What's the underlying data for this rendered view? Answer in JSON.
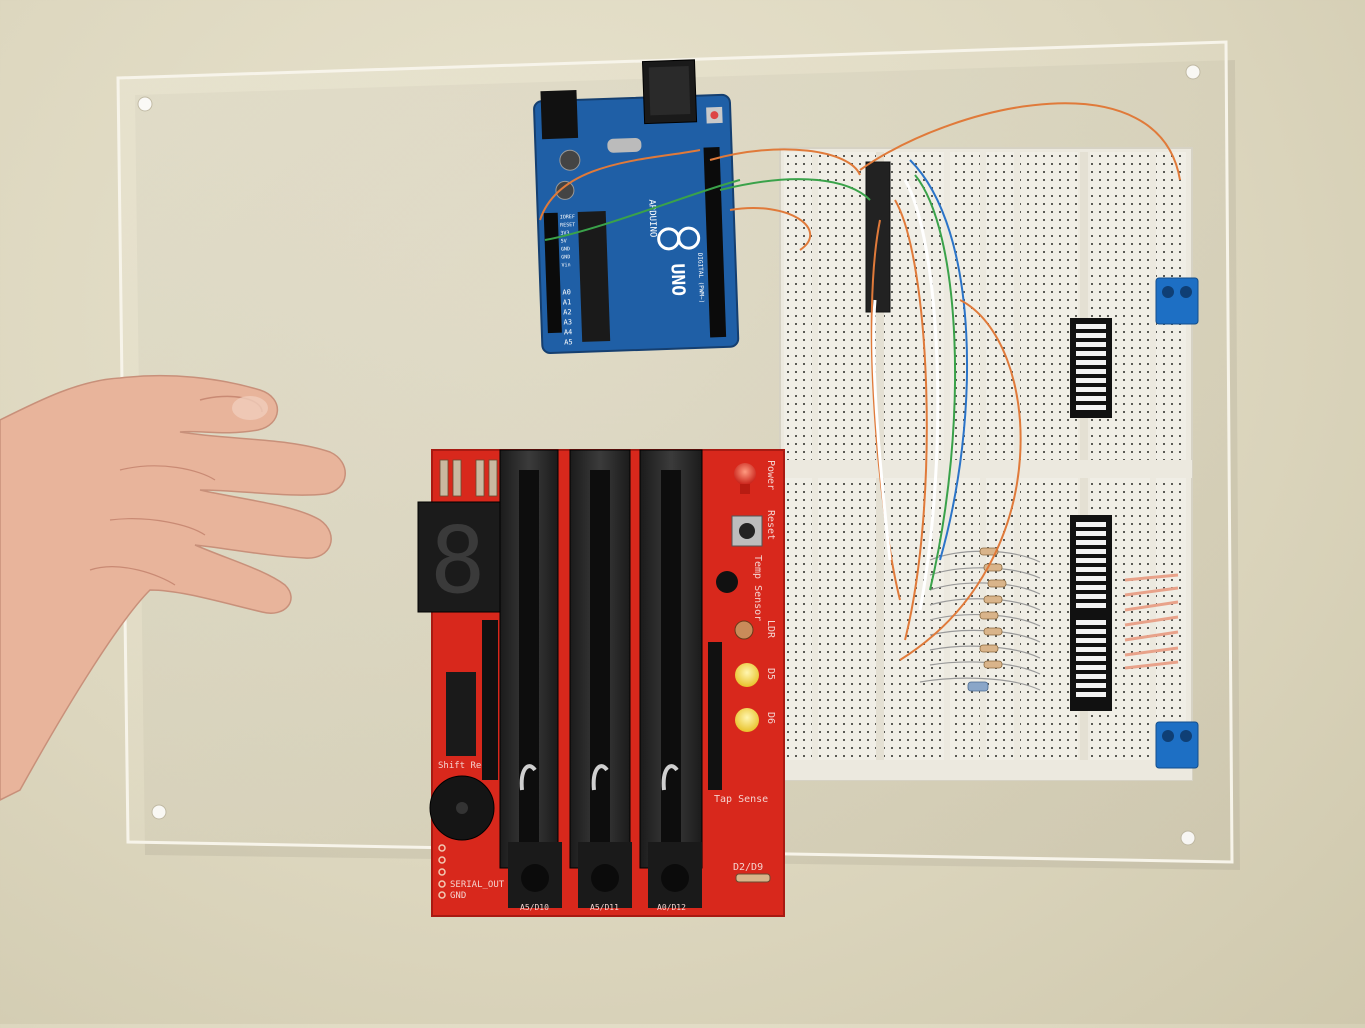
{
  "photo": {
    "colors": {
      "wall": "#ddd7bf",
      "acrylic_edge": "#f4f1e6",
      "arduino_blue": "#1f5fa6",
      "shield_red": "#d8281c",
      "breadboard": "#f0eee6",
      "led_yellow": "#f1d13a",
      "terminal_blue": "#1d6fc4",
      "skin": "#e9b9a0"
    },
    "arduino": {
      "brand": "ARDUINO",
      "model": "UNO",
      "header_label": "DIGITAL (PWM~)",
      "analog_pins": [
        "A0",
        "A1",
        "A2",
        "A3",
        "A4",
        "A5"
      ],
      "power_pins": [
        "IOREF",
        "RESET",
        "3V3",
        "5V",
        "GND",
        "GND",
        "Vin"
      ]
    },
    "shield": {
      "labels": {
        "power": "Power",
        "reset": "Reset",
        "temp_sensor": "Temp Sensor",
        "ldr": "LDR",
        "d5": "D5",
        "d6": "D6",
        "tap_sense": "Tap Sense",
        "d2_d9": "D2/D9",
        "shift_reg": "Shift Reg",
        "serial_out": "SERIAL_OUT",
        "gnd": "GND",
        "slider_1": "A5/D10",
        "slider_2": "A5/D11",
        "slider_3": "A0/D12"
      },
      "seven_segment_digit": "8"
    }
  }
}
